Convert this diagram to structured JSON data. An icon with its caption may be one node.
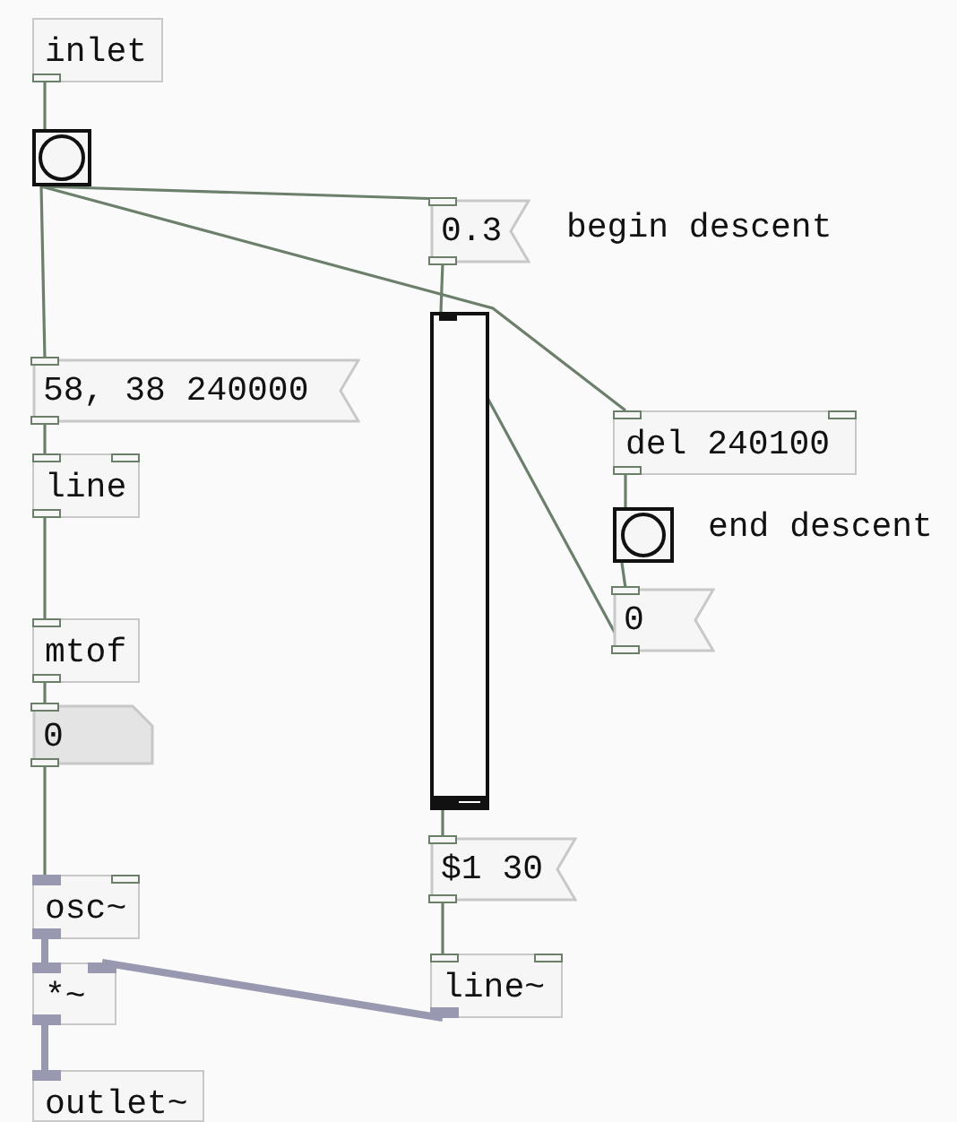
{
  "diagram": {
    "nodes": [
      {
        "text": [
          "inlet"
        ]
      },
      {
        "text": [],
        "shape": "circle"
      },
      {
        "text": [
          "0.3"
        ],
        "beside": [
          "begin descent"
        ]
      },
      {
        "text": [
          "58, 38 240000"
        ]
      },
      {
        "text": [],
        "shape": "bar"
      },
      {
        "text": [
          "del 240100"
        ]
      },
      {
        "text": [
          "line"
        ]
      },
      {
        "text": [],
        "shape": "circle",
        "beside": [
          "end descent"
        ]
      },
      {
        "text": [
          "0"
        ]
      },
      {
        "text": [
          "mtof"
        ]
      },
      {
        "text": [
          "0"
        ]
      },
      {
        "text": [
          "$1 30"
        ]
      },
      {
        "text": [
          "osc~"
        ]
      },
      {
        "text": [
          "line~"
        ]
      },
      {
        "text": [
          "*~"
        ]
      },
      {
        "text": [
          "outlet~"
        ]
      }
    ],
    "edges": [
      {
        "from": 0,
        "to": 1,
        "arrow": "none"
      },
      {
        "from": 1,
        "to": 2,
        "arrow": "none"
      },
      {
        "from": 1,
        "to": 3,
        "arrow": "none"
      },
      {
        "from": 1,
        "to": 5,
        "arrow": "none"
      },
      {
        "from": 2,
        "to": 4,
        "arrow": "none"
      },
      {
        "from": 8,
        "to": 4,
        "arrow": "none"
      },
      {
        "from": 5,
        "to": 7,
        "arrow": "none"
      },
      {
        "from": 7,
        "to": 8,
        "arrow": "none"
      },
      {
        "from": 3,
        "to": 6,
        "arrow": "none"
      },
      {
        "from": 6,
        "to": 9,
        "arrow": "none"
      },
      {
        "from": 9,
        "to": 10,
        "arrow": "none"
      },
      {
        "from": 10,
        "to": 12,
        "arrow": "none"
      },
      {
        "from": 4,
        "to": 11,
        "arrow": "none"
      },
      {
        "from": 11,
        "to": 13,
        "arrow": "none"
      },
      {
        "from": 12,
        "to": 14,
        "arrow": "none",
        "style": "thick",
        "color": "#9898b0"
      },
      {
        "from": 13,
        "to": 14,
        "arrow": "none",
        "style": "thick",
        "color": "#9898b0"
      },
      {
        "from": 14,
        "to": 15,
        "arrow": "none",
        "style": "thick",
        "color": "#9898b0"
      }
    ]
  }
}
